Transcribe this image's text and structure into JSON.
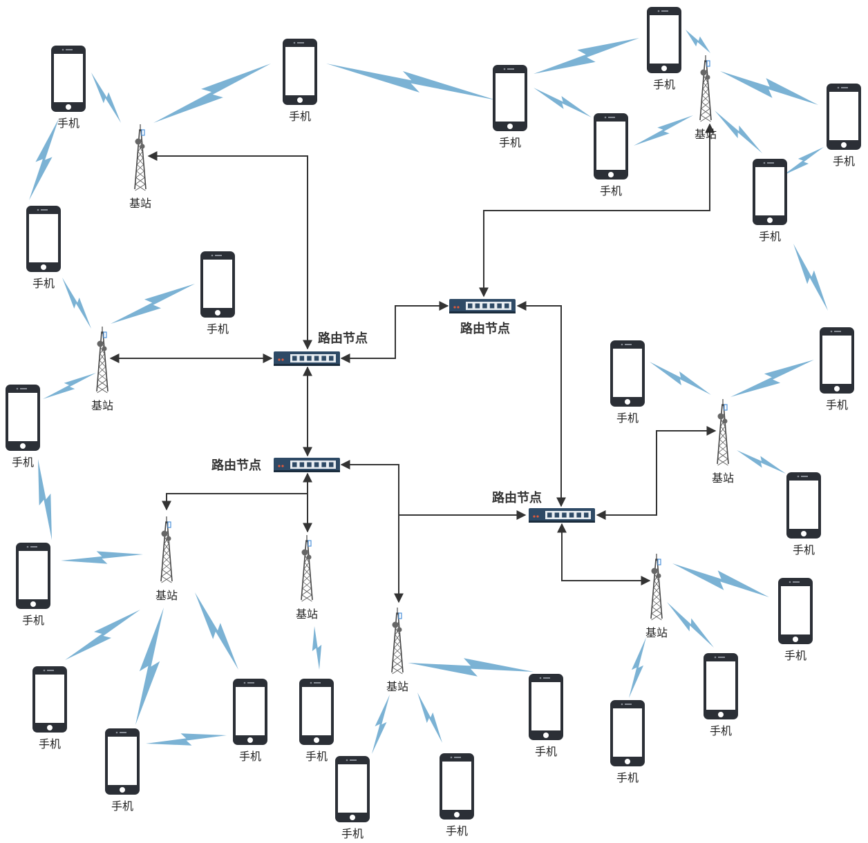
{
  "labels": {
    "phone": "手机",
    "base_station": "基站",
    "router": "路由节点"
  },
  "colors": {
    "link": "#333333",
    "wireless": "#7bb2d4",
    "phone_body": "#2b2f36",
    "router_body": "#2e4a66"
  },
  "icons": {
    "phone": "smartphone-icon",
    "base_station": "cell-tower-icon",
    "router": "network-switch-icon",
    "wireless": "lightning-signal-icon"
  }
}
